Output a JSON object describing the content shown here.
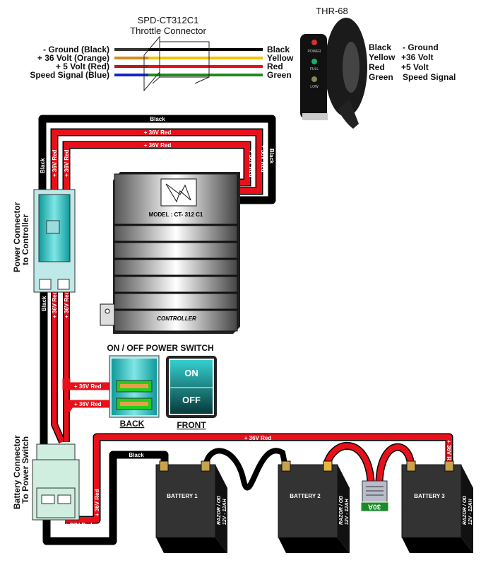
{
  "throttle_connector": {
    "title": "SPD-CT312C1",
    "subtitle": "Throttle Connector",
    "left_labels": [
      "- Ground (Black)",
      "+ 36 Volt (Orange)",
      "+ 5 Volt (Red)",
      "Speed Signal (Blue)"
    ],
    "right_labels": [
      "Black",
      "Yellow",
      "Red",
      "Green"
    ]
  },
  "throttle": {
    "title": "THR-68",
    "indicators": [
      "POWER",
      "FULL",
      "LOW"
    ],
    "wire_colors": [
      "Black",
      "Yellow",
      "Red",
      "Green"
    ],
    "wire_functions": [
      "- Ground",
      "+36 Volt",
      "+5 Volt",
      "Speed Signal"
    ]
  },
  "wires": {
    "black": "Black",
    "red": "+ 36V Red"
  },
  "power_connector": {
    "label_line1": "Power Connector",
    "label_line2": "to Controller"
  },
  "controller": {
    "model": "MODEL : CT- 312 C1",
    "label": "CONTROLLER"
  },
  "switch": {
    "title": "ON / OFF POWER SWITCH",
    "on": "ON",
    "off": "OFF",
    "back": "BACK",
    "front": "FRONT"
  },
  "battery_connector": {
    "label_line1": "Battery Connector",
    "label_line2": "To Power Switch"
  },
  "batteries": [
    {
      "name": "BATTERY 1",
      "brand": "RAZOR / OD",
      "spec": "12V - 12AH"
    },
    {
      "name": "BATTERY 2",
      "brand": "RAZOR / OD",
      "spec": "12V - 12AH"
    },
    {
      "name": "BATTERY 3",
      "brand": "RAZOR / OD",
      "spec": "12V - 12AH"
    }
  ],
  "fuse": {
    "rating": "30A"
  },
  "colors": {
    "red": "#e8101a",
    "black": "#0a0a0a",
    "yellow": "#f5c400",
    "green": "#1f8a1f",
    "blue": "#1622c8",
    "orange": "#d98a1a",
    "teal": "#1fb7b7"
  }
}
